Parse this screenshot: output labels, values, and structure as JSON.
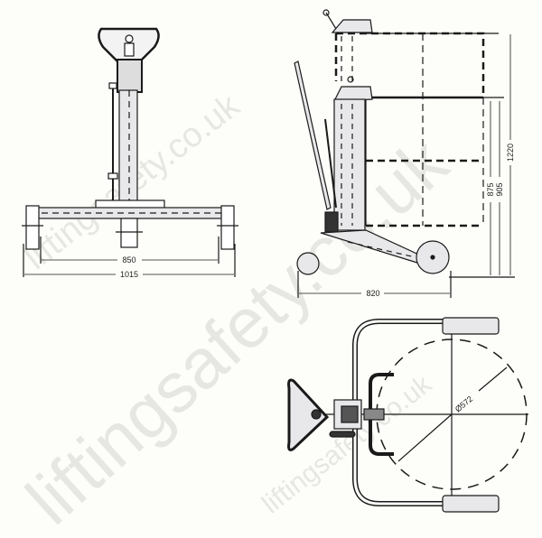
{
  "watermark": {
    "large": "liftingsafety.co.uk",
    "small_top": "liftingsafety.co.uk",
    "small_bottom": "liftingsafety.co.uk",
    "color": "#e4e4e0"
  },
  "front_view": {
    "dimensions": {
      "inner_wheel_span": "850",
      "outer_wheel_span": "1015"
    }
  },
  "side_view": {
    "dimensions": {
      "wheelbase": "820",
      "height_low": "875",
      "height_mid": "905",
      "height_max": "1220"
    }
  },
  "top_view": {
    "dimensions": {
      "drum_diameter": "Ø572"
    }
  },
  "colors": {
    "line": "#1a1a1a",
    "fill": "#e8e8ea",
    "background": "#fdfdf9"
  }
}
